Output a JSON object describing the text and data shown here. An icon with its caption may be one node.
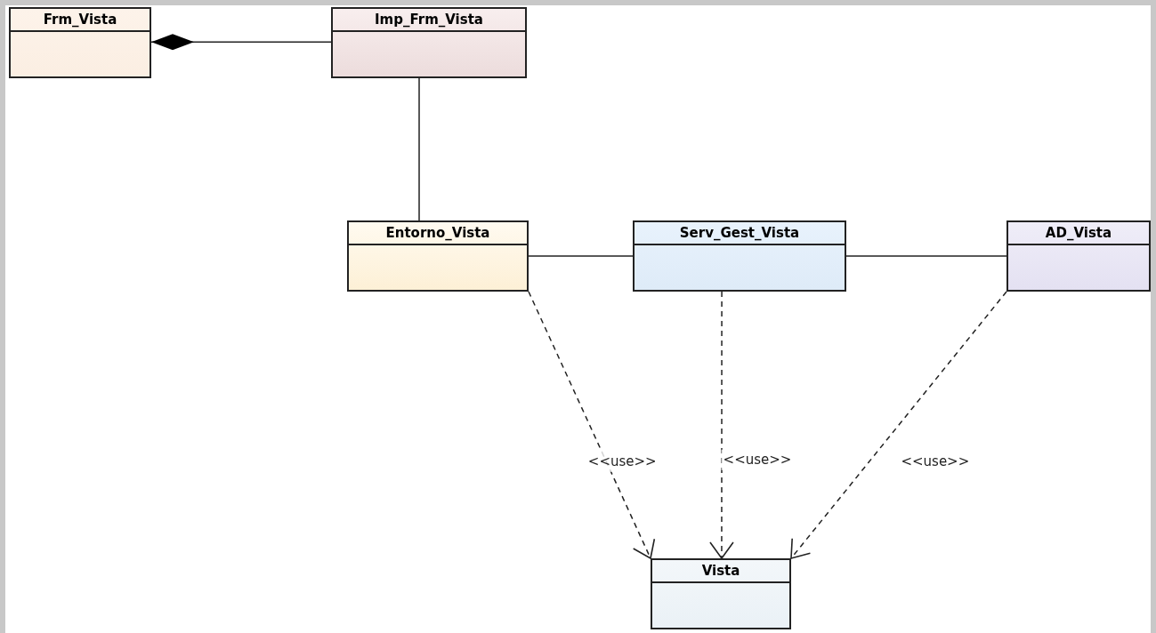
{
  "diagram": {
    "nodes": [
      {
        "text": [
          "Frm_Vista"
        ]
      },
      {
        "text": [
          "Imp_Frm_Vista"
        ]
      },
      {
        "text": [
          "Entorno_Vista"
        ]
      },
      {
        "text": [
          "Serv_Gest_Vista"
        ]
      },
      {
        "text": [
          "AD_Vista"
        ]
      },
      {
        "text": [
          "Vista"
        ]
      }
    ],
    "edges": [
      {
        "from": 0,
        "to": 1,
        "arrow": "other"
      },
      {
        "from": 1,
        "to": 2,
        "arrow": "none"
      },
      {
        "from": 2,
        "to": 3,
        "arrow": "none"
      },
      {
        "from": 3,
        "to": 4,
        "arrow": "none"
      },
      {
        "from": 2,
        "to": 5,
        "arrow": "to",
        "style": "dashed",
        "label": "<<use>>"
      },
      {
        "from": 3,
        "to": 5,
        "arrow": "to",
        "style": "dashed",
        "label": "<<use>>"
      },
      {
        "from": 4,
        "to": 5,
        "arrow": "to",
        "style": "dashed",
        "label": "<<use>>"
      }
    ]
  }
}
